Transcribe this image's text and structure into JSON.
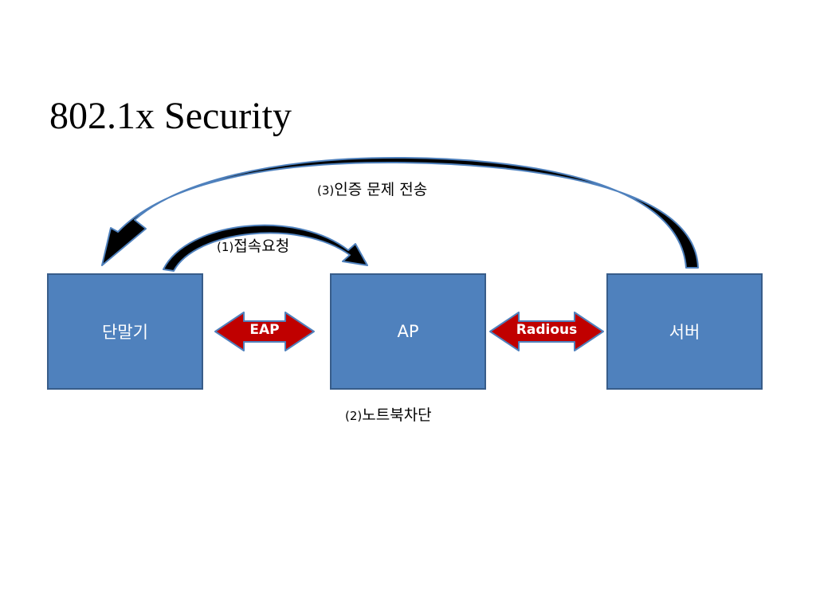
{
  "title": "802.1x Security",
  "nodes": {
    "client": "단말기",
    "ap": "AP",
    "server": "서버"
  },
  "links": {
    "eap": "EAP",
    "radious": "Radious"
  },
  "steps": {
    "step1": {
      "num": "(1)",
      "text": "접속요청"
    },
    "step2": {
      "num": "(2)",
      "text": "노트북차단"
    },
    "step3": {
      "num": "(3)",
      "text": "인증 문제 전송"
    }
  },
  "colors": {
    "node_fill": "#4f81bd",
    "node_border": "#385d8a",
    "protocol_arrow_fill": "#c00000",
    "protocol_arrow_border": "#4f81bd",
    "curved_arrow_fill": "#000000",
    "curved_arrow_border": "#4f81bd"
  }
}
